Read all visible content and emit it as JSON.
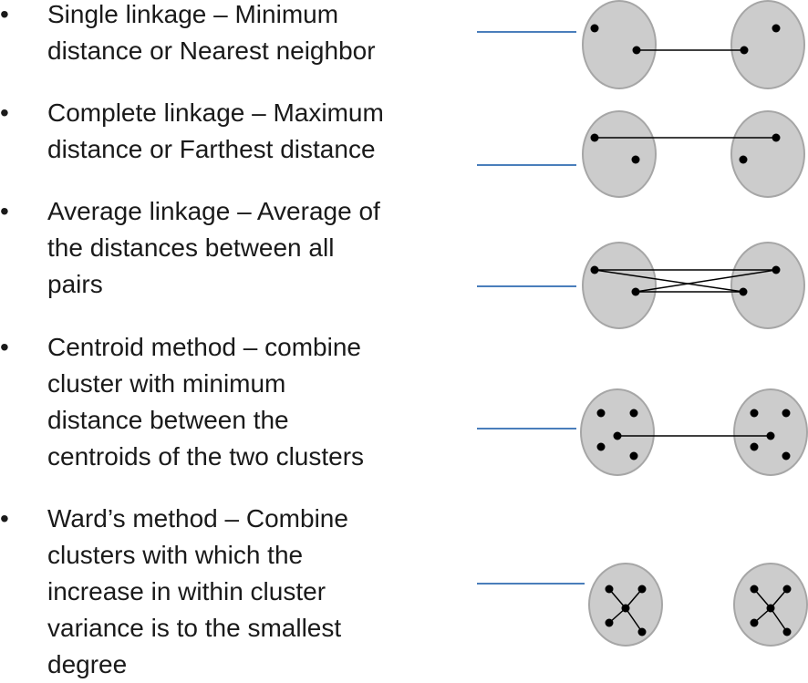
{
  "items": [
    {
      "id": "single-linkage",
      "lines": [
        "Single linkage – Minimum",
        "distance or Nearest neighbor"
      ]
    },
    {
      "id": "complete-linkage",
      "lines": [
        "Complete linkage – Maximum",
        "distance or Farthest distance"
      ]
    },
    {
      "id": "average-linkage",
      "lines": [
        "Average linkage – Average of",
        "the distances between all",
        "pairs"
      ]
    },
    {
      "id": "centroid-method",
      "lines": [
        "Centroid method – combine",
        "cluster with minimum",
        "distance between the",
        "centroids of the two clusters"
      ]
    },
    {
      "id": "wards-method",
      "lines": [
        "Ward’s method – Combine",
        "clusters with which the",
        "increase in within cluster",
        "variance is to the smallest",
        "degree"
      ]
    }
  ],
  "bullet_glyph": "•",
  "colors": {
    "cluster_fill": "#cccccc",
    "cluster_stroke": "#a6a6a6",
    "connector": "#4a7ebb",
    "link": "#000000",
    "point": "#000000"
  }
}
